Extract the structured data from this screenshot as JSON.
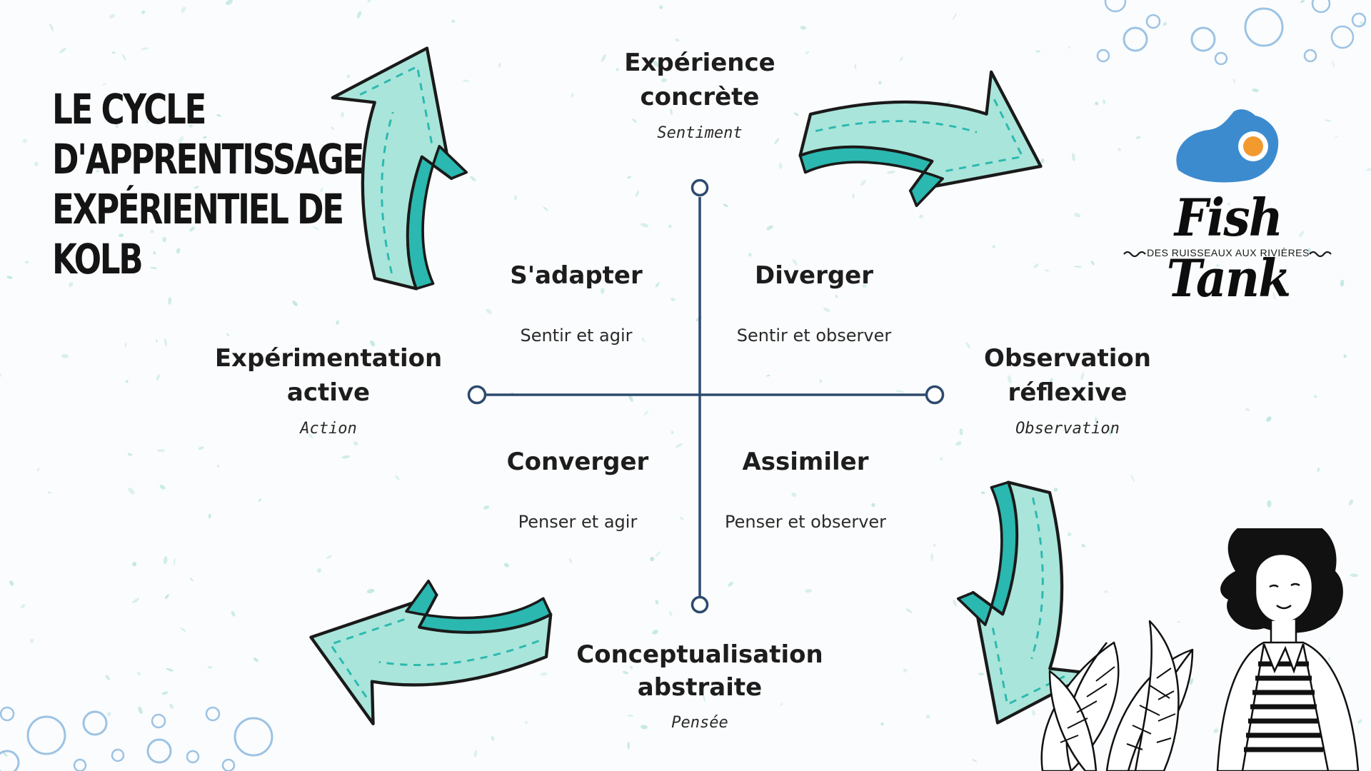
{
  "title": {
    "lines": [
      "LE CYCLE",
      "D'APPRENTISSAGE",
      "EXPÉRIENTIEL DE",
      "KOLB"
    ]
  },
  "poles": {
    "top": {
      "name_lines": [
        "Expérience",
        "concrète"
      ],
      "sub": "Sentiment"
    },
    "right": {
      "name_lines": [
        "Observation",
        "réflexive"
      ],
      "sub": "Observation"
    },
    "bottom": {
      "name_lines": [
        "Conceptualisation",
        "abstraite"
      ],
      "sub": "Pensée"
    },
    "left": {
      "name_lines": [
        "Expérimentation",
        "active"
      ],
      "sub": "Action"
    }
  },
  "quadrants": {
    "top_left": {
      "name": "S'adapter",
      "desc": "Sentir et agir"
    },
    "top_right": {
      "name": "Diverger",
      "desc": "Sentir et observer"
    },
    "bottom_left": {
      "name": "Converger",
      "desc": "Penser et agir"
    },
    "bottom_right": {
      "name": "Assimiler",
      "desc": "Penser et observer"
    }
  },
  "brand": {
    "wordmark": "Fish Tank",
    "tagline": "DES RUISSEAUX AUX RIVIÈRES"
  },
  "colors": {
    "arrow_fill": "#a9e5da",
    "arrow_stripe": "#2bb8b0",
    "axis": "#2d4a6e",
    "bubble": "#9cc3e4",
    "speckle": "#bfe6e2",
    "logo_blue": "#3d8bcf",
    "logo_orange": "#f29a2e"
  },
  "icons": [
    "bubble-icon",
    "fish-logo-icon",
    "person-illustration",
    "plant-illustration",
    "cycle-arrow-icon"
  ]
}
